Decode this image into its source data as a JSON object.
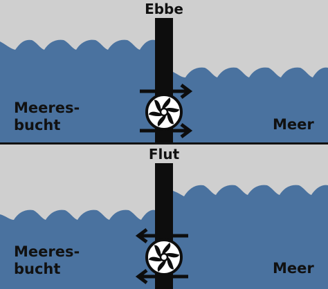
{
  "panels": [
    {
      "title": "Ebbe",
      "left_label_line1": "Meeres-",
      "left_label_line2": "bucht",
      "right_label": "Meer",
      "flow": "left-to-right"
    },
    {
      "title": "Flut",
      "left_label_line1": "Meeres-",
      "left_label_line2": "bucht",
      "right_label": "Meer",
      "flow": "right-to-left"
    }
  ],
  "colors": {
    "sky": "#cfcfcf",
    "water": "#4a729f",
    "dam": "#0d0d0d",
    "divider": "#111111",
    "turbine_bg": "#ffffff"
  },
  "icons": {
    "turbine": "turbine-icon",
    "arrow": "arrow-icon"
  }
}
